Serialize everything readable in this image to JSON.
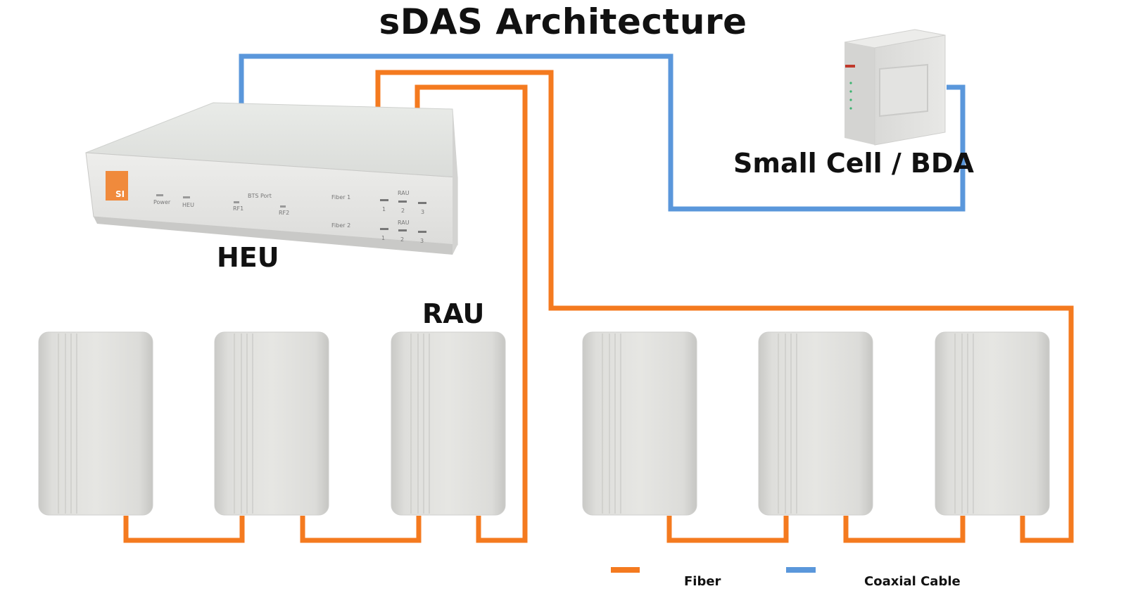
{
  "title": "sDAS Architecture",
  "labels": {
    "heu": "HEU",
    "rau": "RAU",
    "small_cell": "Small Cell / BDA"
  },
  "heu_panel": {
    "logo": "SI",
    "power": "Power",
    "heu": "HEU",
    "bts_port": "BTS Port",
    "rf1": "RF1",
    "rf2": "RF2",
    "fiber1": "Fiber 1",
    "fiber2": "Fiber 2",
    "rau": "RAU",
    "n1": "1",
    "n2": "2",
    "n3": "3"
  },
  "legend": [
    {
      "label": "Fiber",
      "color": "#f47a1f"
    },
    {
      "label": "Coaxial Cable",
      "color": "#5a97db"
    }
  ],
  "colors": {
    "fiber": "#f47a1f",
    "coax": "#5a97db"
  }
}
